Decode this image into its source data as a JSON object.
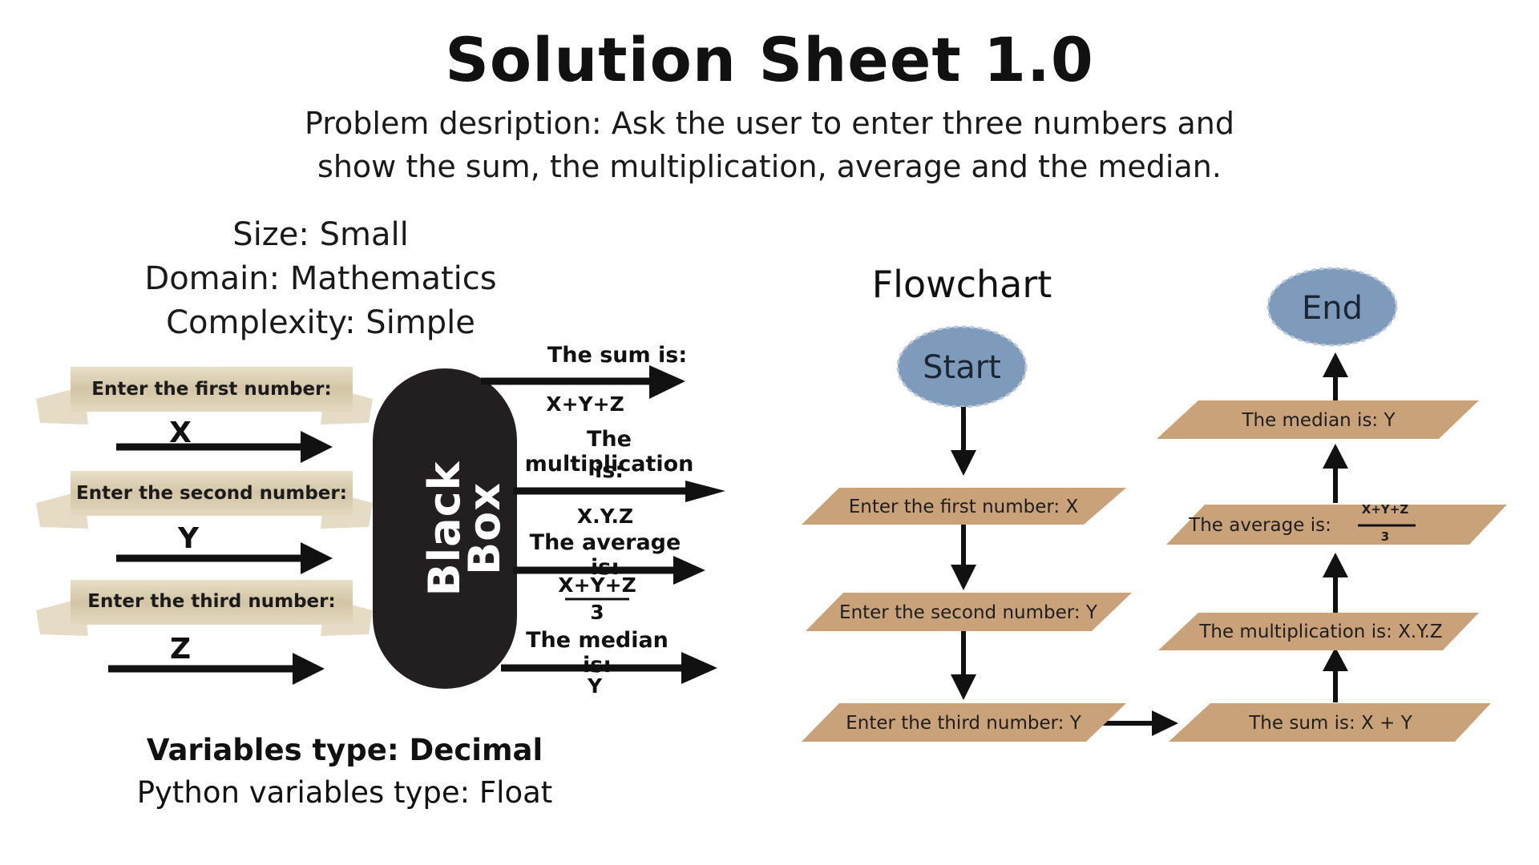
{
  "header": {
    "title": "Solution Sheet 1.0",
    "description_line1": "Problem desription: Ask the user to enter three numbers and",
    "description_line2": "show the sum, the multiplication, average and the median."
  },
  "meta": {
    "size": "Size: Small",
    "domain": "Domain: Mathematics",
    "complexity": "Complexity: Simple"
  },
  "black_box": {
    "label": "Black Box",
    "inputs": [
      {
        "label": "Enter the first number:",
        "var": "X"
      },
      {
        "label": "Enter the second number:",
        "var": "Y"
      },
      {
        "label": "Enter the third number:",
        "var": "Z"
      }
    ],
    "outputs": {
      "sum_label": "The sum is:",
      "sum_value": "X+Y+Z",
      "mult_label_line1": "The multiplication",
      "mult_label_line2": "is:",
      "mult_value": "X.Y.Z",
      "avg_label": "The average is:",
      "avg_numerator": "X+Y+Z",
      "avg_denominator": "3",
      "median_label": "The median is:",
      "median_value": "Y"
    }
  },
  "footer": {
    "variables_type": "Variables type: Decimal",
    "python_type": "Python variables type: Float"
  },
  "flowchart": {
    "title": "Flowchart",
    "start": "Start",
    "end": "End",
    "step1": "Enter the first number: X",
    "step2": "Enter the second number: Y",
    "step3": "Enter the third number: Y",
    "sum": "The sum is: X + Y",
    "multiplication": "The multiplication is: X.Y.Z",
    "average": "The average is:",
    "average_numerator": "X+Y+Z",
    "average_denominator": "3",
    "median": "The median is: Y"
  },
  "colors": {
    "banner": "#d8cbae",
    "parallelogram": "#c9a27a",
    "oval": "#7f9bbb",
    "black_box": "#231f20"
  }
}
